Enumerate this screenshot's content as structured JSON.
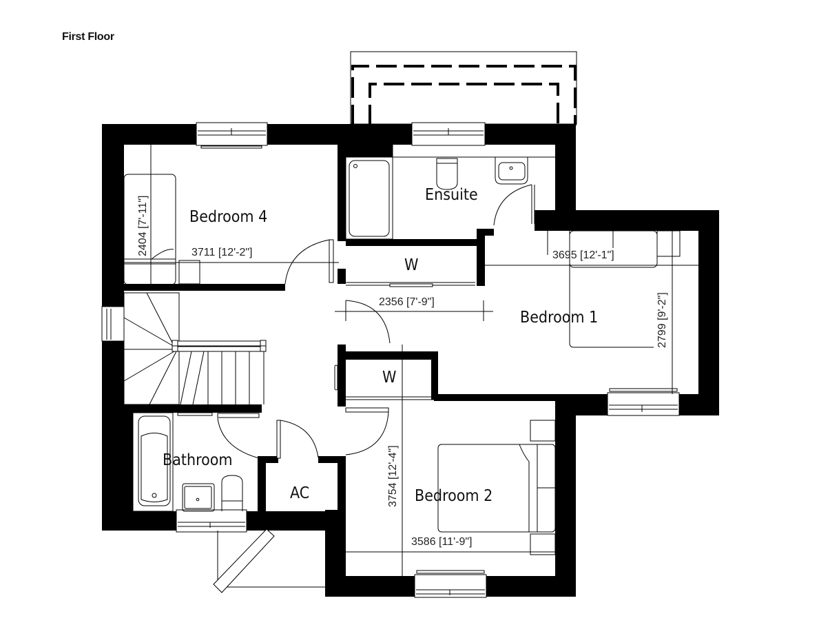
{
  "page": {
    "title": "First Floor"
  },
  "rooms": {
    "bedroom4": "Bedroom 4",
    "ensuite": "Ensuite",
    "bedroom1": "Bedroom 1",
    "bathroom": "Bathroom",
    "ac": "AC",
    "bedroom2": "Bedroom 2",
    "wardrobe_upper": "W",
    "wardrobe_lower": "W"
  },
  "dimensions": {
    "bedroom4_height": "2404 [7'-11\"]",
    "bedroom4_width": "3711 [12'-2\"]",
    "landing_width": "2356 [7'-9\"]",
    "bedroom1_width": "3695 [12'-1\"]",
    "bedroom1_height": "2799 [9'-2\"]",
    "bedroom2_height": "3754 [12'-4\"]",
    "bedroom2_width": "3586 [11'-9\"]"
  }
}
